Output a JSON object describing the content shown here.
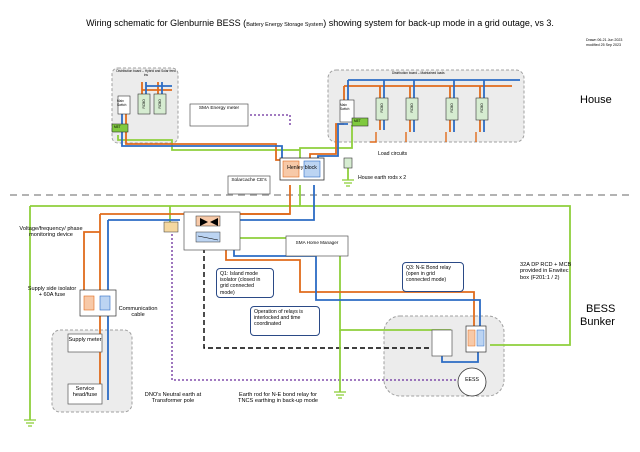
{
  "title": {
    "main_before": "Wiring schematic for Glenburnie BESS (",
    "main_sub": "Battery Energy Storage System",
    "main_after": ") showing system for back-up mode in a grid outage, vs 3.",
    "drawn": "Drawn 06-21 Jun 2023",
    "modified": "modified 25 Sep 2023"
  },
  "zones": {
    "house": "House",
    "bess": "BESS",
    "bunker": "Bunker"
  },
  "boards": {
    "hybrid_board": "Distribution board – Hybrid and Solar feed ins",
    "maintained_board": "Distribution board – Maintained loads",
    "main_switch": "Main Switch",
    "mains_switch": "Main Switch"
  },
  "components": {
    "sma_energy_meter": "SMA Energy meter",
    "solarcache_ct": "Solarcache CE's",
    "henley_block": "Henley block",
    "load_circuits": "Load circuits",
    "house_earth_rods": "House earth rods x 2",
    "sma_home_manager": "SMA Home Manager",
    "supply_meter": "Supply meter",
    "service_head": "Service head/fuse",
    "ess": "EESS",
    "met": "MET",
    "rcbo": "RCBO"
  },
  "labels": {
    "vf_monitor": "Voltage/frequency/ phase monitoring device",
    "supply_isolator": "Supply side isolator + 60A fuse",
    "comm_cable": "Communication cable",
    "dno_earth": "DNO's Neutral earth at Transformer pole",
    "earth_rod_bess": "Earth rod for N-E bond relay for TNCS earthing in back-up mode",
    "rcd_mcb": "32A DP RCD + MCB provided in Enwitec box (F201:1 / 2)"
  },
  "callouts": {
    "q1": "Q1: Island mode isolator (closed in grid connected mode)",
    "interlock": "Operation of relays is interlocked and time coordinated",
    "q3": "Q3: N-E Bond relay (open in grid connected mode)"
  },
  "colors": {
    "line": "#e06b1c",
    "neutral": "#2c6cc4",
    "earth": "#8fcf3c",
    "comm": "#6a2c9c",
    "boundary": "#b0b0b0",
    "dashed_control": "#000000"
  }
}
